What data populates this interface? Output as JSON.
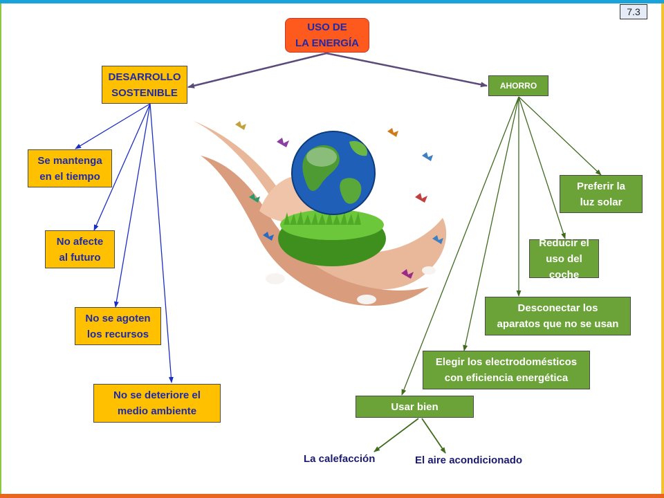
{
  "slide_number": "7.3",
  "colors": {
    "orange_box": "#ffc000",
    "green_box": "#6ca338",
    "root_box": "#ff5a1e",
    "text_blue": "#1e2aa8",
    "arrow_purple": "#5b4a7a",
    "arrow_blue": "#1a2ec4",
    "arrow_green": "#3f6b1e"
  },
  "root": {
    "label": "USO DE\nLA ENERGÍA"
  },
  "left_branch": {
    "label": "DESARROLLO\nSOSTENIBLE",
    "children": [
      "Se mantenga\nen el tiempo",
      "No afecte\nal futuro",
      "No se agoten\nlos recursos",
      "No se deteriore el\nmedio ambiente"
    ]
  },
  "right_branch": {
    "label": "AHORRO",
    "children": [
      "Preferir la\nluz solar",
      "Reducir el\nuso del coche",
      "Desconectar los\naparatos que no se usan",
      "Elegir los electrodomésticos\ncon eficiencia energética",
      "Usar bien"
    ],
    "usar_bien_children": [
      "La calefacción",
      "El aire acondicionado"
    ]
  },
  "illustration": {
    "icon": "hands-holding-earth-with-butterflies"
  }
}
